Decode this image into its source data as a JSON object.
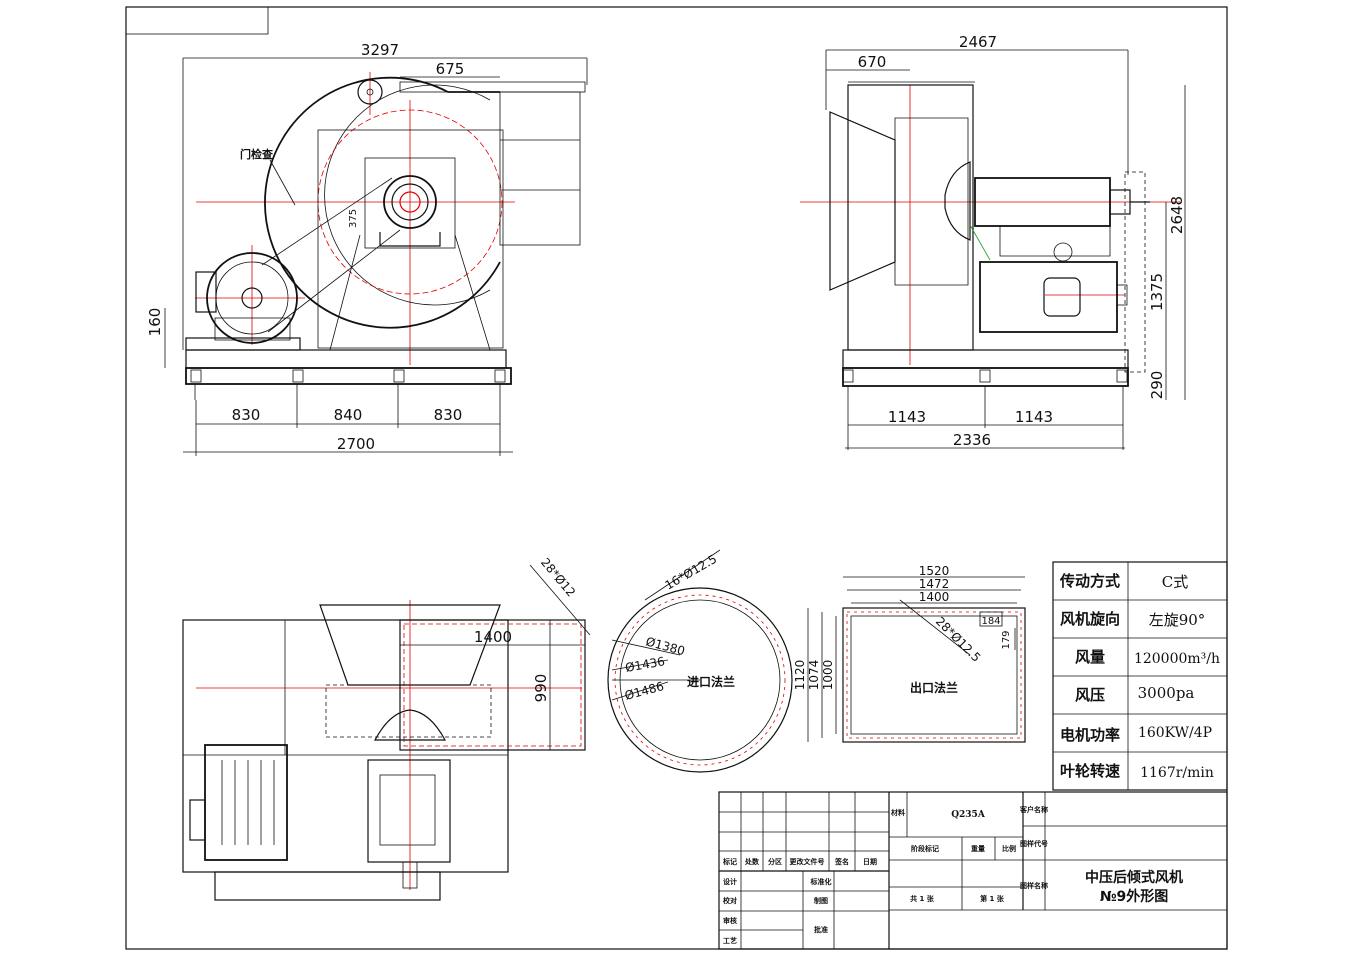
{
  "front_view": {
    "dims": {
      "overall_width": "3297",
      "outlet_width": "675",
      "shaft_height": "160",
      "base_seg1": "830",
      "base_seg2": "840",
      "base_seg3": "830",
      "base_total": "2700",
      "small": "375"
    },
    "label_door": "门检查"
  },
  "side_view": {
    "dims": {
      "overall_depth": "2467",
      "inlet_depth": "670",
      "height_total": "2648",
      "height_shaft": "1375",
      "base_height": "290",
      "half_left": "1143",
      "half_right": "1143",
      "base_total": "2336"
    }
  },
  "top_view": {
    "dims": {
      "bolt_spec": "28*Ø12",
      "width": "1400",
      "height": "990"
    }
  },
  "inlet_flange": {
    "label": "进口法兰",
    "bolt_spec": "16*Ø12.5",
    "d1": "Ø1380",
    "d2": "Ø1436",
    "d3": "Ø1486"
  },
  "outlet_flange": {
    "label": "出口法兰",
    "w1": "1520",
    "w2": "1472",
    "w3": "1400",
    "bolt_spec": "28*Ø12.5",
    "h1": "1120",
    "h2": "1074",
    "h3": "1000",
    "pitch": "184",
    "pitch_v": "179"
  },
  "spec_table": [
    {
      "label": "传动方式",
      "value": "C式"
    },
    {
      "label": "风机旋向",
      "value": "左旋90°"
    },
    {
      "label": "风量",
      "value": "120000m³/h"
    },
    {
      "label": "风压",
      "value": "3000pa"
    },
    {
      "label": "电机功率",
      "value": "160KW/4P"
    },
    {
      "label": "叶轮转速",
      "value": "1167r/min"
    }
  ],
  "title_block": {
    "material_label": "材料",
    "material_value": "Q235A",
    "client_label": "客户名称",
    "drawing_code_label": "图样代号",
    "drawing_name_label": "图样名称",
    "stage_label": "阶段标记",
    "weight_label": "重量",
    "scale_label": "比例",
    "mark": "标记",
    "count": "处数",
    "zone": "分区",
    "change_doc": "更改文件号",
    "sign": "签名",
    "date": "日期",
    "design": "设计",
    "standard": "标准化",
    "proof": "校对",
    "draft": "制图",
    "review": "审核",
    "process": "工艺",
    "approve": "批准",
    "total_sheets": "共  1  张",
    "sheet_no": "第  1  张",
    "title_line1": "中压后倾式风机",
    "title_line2": "№9外形图"
  }
}
